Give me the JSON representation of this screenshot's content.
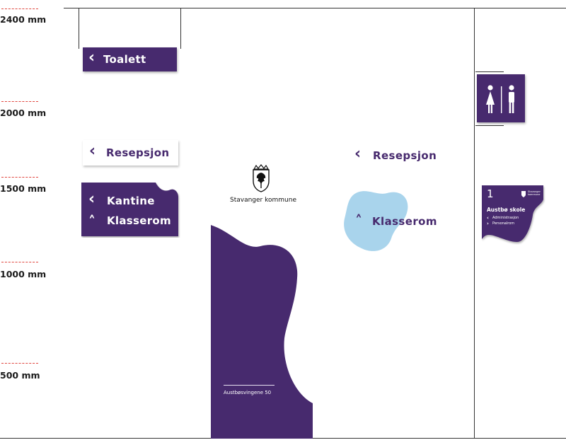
{
  "height_scale": {
    "labels": [
      "2400 mm",
      "2000 mm",
      "1500 mm",
      "1000 mm",
      "500 mm"
    ]
  },
  "signs": {
    "toilet_hanging": {
      "arrow": "‹",
      "label": "Toalett",
      "icon": "toilet-icon"
    },
    "reception_wall": {
      "arrow": "‹",
      "label": "Resepsjon"
    },
    "directory_wall": {
      "rows": [
        {
          "arrow": "‹",
          "label": "Kantine"
        },
        {
          "arrow": "˄",
          "label": "Klasserom"
        }
      ]
    },
    "toilet_projecting": {
      "icon": "toilet-icon"
    },
    "school_plate": {
      "number": "1",
      "name": "Austbø skole",
      "logo_text": "Stavanger kommune",
      "items": [
        {
          "arrow": "‹",
          "label": "Administrasjon"
        },
        {
          "arrow": "›",
          "label": "Personalrom"
        }
      ]
    }
  },
  "totem": {
    "logo_text": "Stavanger kommune",
    "address": "Austbøsvingene 50",
    "logo_icon": "coat-of-arms-icon"
  },
  "wall_graphics": {
    "reception": {
      "arrow": "‹",
      "label": "Resepsjon"
    },
    "classroom": {
      "arrow": "˄",
      "label": "Klasserom"
    }
  },
  "colors": {
    "brand_purple": "#472a6e",
    "light_blue": "#a9d4ec",
    "guide_red": "#e0473f"
  }
}
